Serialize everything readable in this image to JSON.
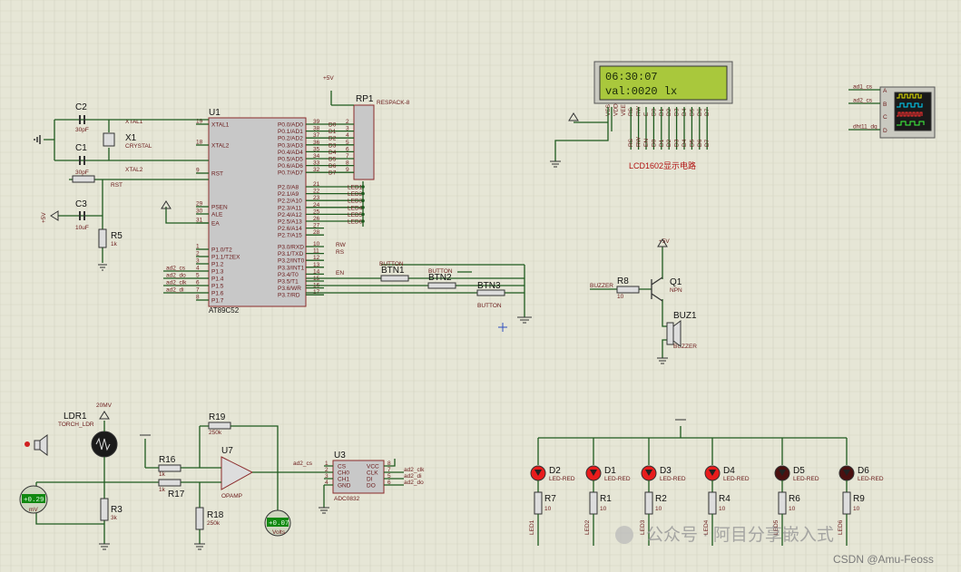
{
  "u1": {
    "ref": "U1",
    "part": "AT89C52",
    "left_pins": [
      "XTAL1",
      "XTAL2",
      "RST",
      "PSEN",
      "ALE",
      "EA",
      "P1.0/T2",
      "P1.1/T2EX",
      "P1.2",
      "P1.3",
      "P1.4",
      "P1.5",
      "P1.6",
      "P1.7"
    ],
    "left_nums": [
      "19",
      "18",
      "9",
      "29",
      "30",
      "31",
      "1",
      "2",
      "3",
      "4",
      "5",
      "6",
      "7",
      "8"
    ],
    "right_pins": [
      "P0.0/AD0",
      "P0.1/AD1",
      "P0.2/AD2",
      "P0.3/AD3",
      "P0.4/AD4",
      "P0.5/AD5",
      "P0.6/AD6",
      "P0.7/AD7",
      "P2.0/A8",
      "P2.1/A9",
      "P2.2/A10",
      "P2.3/A11",
      "P2.4/A12",
      "P2.5/A13",
      "P2.6/A14",
      "P2.7/A15",
      "P3.0/RXD",
      "P3.1/TXD",
      "P3.2/INT0",
      "P3.3/INT1",
      "P3.4/T0",
      "P3.5/T1",
      "P3.6/WR",
      "P3.7/RD"
    ],
    "right_nums": [
      "39",
      "38",
      "37",
      "36",
      "35",
      "34",
      "33",
      "32",
      "21",
      "22",
      "23",
      "24",
      "25",
      "26",
      "27",
      "28",
      "10",
      "11",
      "12",
      "13",
      "14",
      "15",
      "16",
      "17"
    ]
  },
  "rp1": {
    "ref": "RP1",
    "part": "RESPACK-8"
  },
  "data_bus": [
    "D0",
    "D1",
    "D2",
    "D3",
    "D4",
    "D5",
    "D6",
    "D7"
  ],
  "bus_nums": [
    "2",
    "3",
    "4",
    "5",
    "6",
    "7",
    "8",
    "9"
  ],
  "led_nets": [
    "LED1",
    "LED2",
    "LED3",
    "LED4",
    "LED5",
    "LED6"
  ],
  "p3_nets": [
    "RW",
    "RS",
    "EN"
  ],
  "p1_nets": [
    "ad2_cs",
    "ad2_do",
    "ad2_clk",
    "ad2_di"
  ],
  "crystal": {
    "c2": "C2",
    "c1": "C1",
    "cap": "30pF",
    "cap2": "30pF",
    "x1": "X1",
    "x1_part": "CRYSTAL",
    "xtal1": "XTAL1",
    "xtal2": "XTAL2"
  },
  "reset": {
    "rst": "RST",
    "c3": "C3",
    "c3_val": "10uF",
    "r5": "R5",
    "r5_val": "1k",
    "vcc": "+5V"
  },
  "vcc_label": "+5V",
  "lcd": {
    "line1": "06:30:07",
    "line2": "val:0020 lx",
    "caption": "LCD1602显示电路",
    "pins": [
      "VSS",
      "VDD",
      "VEE",
      "RS",
      "RW",
      "E",
      "D0",
      "D1",
      "D2",
      "D3",
      "D4",
      "D5",
      "D6",
      "D7"
    ],
    "nets": [
      "RS",
      "RW",
      "EN",
      "D0",
      "D1",
      "D2",
      "D3",
      "D4",
      "D5",
      "D6",
      "D7"
    ]
  },
  "scope": {
    "pins": [
      "A",
      "B",
      "C",
      "D"
    ],
    "nets": [
      "ad1_cs",
      "ad2_cs",
      "dht11_dq"
    ]
  },
  "buttons": {
    "btn1": "BTN1",
    "btn2": "BTN2",
    "btn3": "BTN3",
    "part": "BUTTON"
  },
  "buzzer": {
    "r8": "R8",
    "r8_val": "10",
    "q1": "Q1",
    "q1_part": "NPN",
    "buz": "BUZ1",
    "buz_part": "BUZZER",
    "net": "BUZZER",
    "vcc": "+5V"
  },
  "ldr": {
    "ref": "LDR1",
    "part": "TORCH_LDR",
    "r3": "R3",
    "r3_val": "3k",
    "meter": "+0.29",
    "meter_unit": "mV",
    "light": "20MV"
  },
  "opamp": {
    "r16": "R16",
    "r16_val": "1k",
    "r17": "R17",
    "r17_val": "1k",
    "r19": "R19",
    "r19_val": "250k",
    "r18": "R18",
    "r18_val": "250k",
    "u7": "U7",
    "u7_part": "OPAMP",
    "meter": "+0.07",
    "meter_unit": "Volts"
  },
  "adc": {
    "ref": "U3",
    "part": "ADC0832",
    "left": [
      "CS",
      "CH0",
      "CH1",
      "GND"
    ],
    "left_nums": [
      "1",
      "2",
      "3",
      "4"
    ],
    "right": [
      "VCC",
      "CLK",
      "DI",
      "DO"
    ],
    "right_nums": [
      "8",
      "7",
      "5",
      "6"
    ],
    "cs_net": "ad2_cs",
    "nets": [
      "ad2_clk",
      "ad2_di",
      "ad2_do"
    ]
  },
  "leds": [
    {
      "ref": "D2",
      "part": "LED-RED",
      "r": "R7",
      "rv": "10",
      "net": "LED1",
      "on": true
    },
    {
      "ref": "D1",
      "part": "LED-RED",
      "r": "R1",
      "rv": "10",
      "net": "LED2",
      "on": true
    },
    {
      "ref": "D3",
      "part": "LED-RED",
      "r": "R2",
      "rv": "10",
      "net": "LED3",
      "on": true
    },
    {
      "ref": "D4",
      "part": "LED-RED",
      "r": "R4",
      "rv": "10",
      "net": "LED4",
      "on": true
    },
    {
      "ref": "D5",
      "part": "LED-RED",
      "r": "R6",
      "rv": "10",
      "net": "LED5",
      "on": false
    },
    {
      "ref": "D6",
      "part": "LED-RED",
      "r": "R9",
      "rv": "10",
      "net": "LED6",
      "on": false
    }
  ],
  "watermark": "公众号 · 阿目分享嵌入式",
  "credit": "CSDN @Amu-Feoss",
  "colors": {
    "background": "#e6e6d6",
    "wire": "#1e5a1e",
    "body": "#c8c8c8",
    "outline": "#8a2a2a",
    "lcd": "#a9c83c",
    "led_on": "#e81c1c",
    "led_off": "#4a1010"
  }
}
